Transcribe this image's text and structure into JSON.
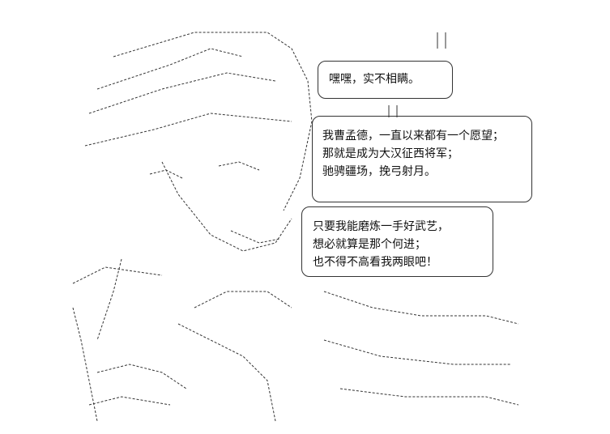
{
  "bubbles": [
    {
      "id": "bubble-1",
      "lines": [
        "嘿嘿，实不相瞒。"
      ]
    },
    {
      "id": "bubble-2",
      "lines": [
        "我曹孟德，一直以来都有一个愿望；",
        "那就是成为大汉征西将军；",
        "驰骋疆场，挽弓射月。"
      ]
    },
    {
      "id": "bubble-3",
      "lines": [
        "只要我能磨炼一手好武艺，",
        "想必就算是那个何进；",
        "也不得不高看我两眼吧！"
      ]
    }
  ]
}
